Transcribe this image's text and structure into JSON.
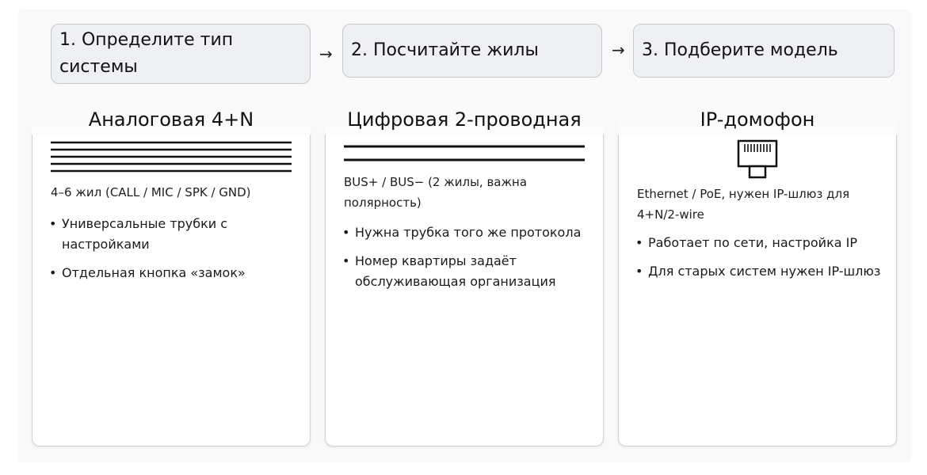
{
  "steps": [
    {
      "label": "1. Определите тип системы"
    },
    {
      "label": "2. Посчитайте жилы"
    },
    {
      "label": "3. Подберите модель"
    }
  ],
  "arrow_glyph": "→",
  "panels": [
    {
      "title": "Аналоговая 4+N",
      "description": "4–6 жил (CALL / MIC / SPK / GND)",
      "bullets": [
        "Универсальные трубки с настройками",
        "Отдельная кнопка «замок»"
      ],
      "icon": "multi-wire-lines-icon"
    },
    {
      "title": "Цифровая 2-проводная",
      "description": "BUS+ / BUS− (2 жилы, важна полярность)",
      "bullets": [
        "Нужна трубка того же протокола",
        "Номер квартиры задаёт обслуживающая организация"
      ],
      "icon": "two-wire-lines-icon"
    },
    {
      "title": "IP-домофон",
      "description": "Ethernet / PoE, нужен IP-шлюз для 4+N/2-wire",
      "bullets": [
        "Работает по сети, настройка IP",
        "Для старых систем нужен IP-шлюз"
      ],
      "icon": "ethernet-connector-icon"
    }
  ]
}
